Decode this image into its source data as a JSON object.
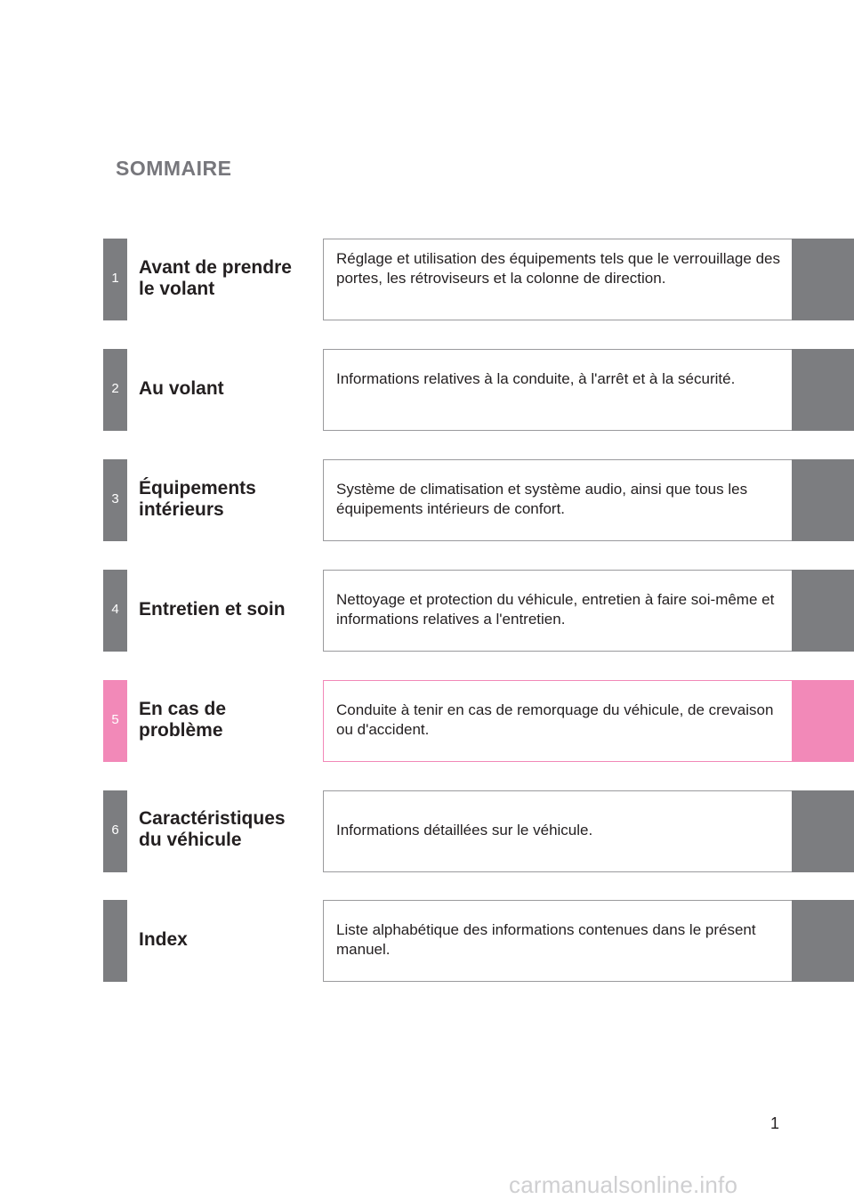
{
  "page_title": "SOMMAIRE",
  "colors": {
    "gray_tab": "#7c7d80",
    "pink_tab": "#f289b8"
  },
  "chapters": [
    {
      "number": "1",
      "title_line1": "Avant de prendre",
      "title_line2": "le volant",
      "description": "Réglage et utilisation des équipements tels que le verrouillage des portes, les rétroviseurs et la colonne de direction."
    },
    {
      "number": "2",
      "title_line1": "Au volant",
      "title_line2": "",
      "description": "Informations relatives à la conduite, à l'arrêt et à la sécurité."
    },
    {
      "number": "3",
      "title_line1": "Équipements",
      "title_line2": "intérieurs",
      "description": "Système de climatisation et système audio, ainsi que tous les équipements intérieurs de confort."
    },
    {
      "number": "4",
      "title_line1": "Entretien et soin",
      "title_line2": "",
      "description": "Nettoyage et protection du véhicule, entretien à faire soi-même et informations relatives a l'entretien."
    },
    {
      "number": "5",
      "title_line1": "En cas de",
      "title_line2": "problème",
      "description": "Conduite à tenir en cas de remorquage du véhicule, de crevaison ou d'accident."
    },
    {
      "number": "6",
      "title_line1": "Caractéristiques",
      "title_line2": "du véhicule",
      "description": "Informations détaillées sur le véhicule."
    },
    {
      "number": "",
      "title_line1": "Index",
      "title_line2": "",
      "description": "Liste alphabétique des informations contenues dans le présent manuel."
    }
  ],
  "page_number": "1",
  "watermark": "carmanualsonline.info"
}
